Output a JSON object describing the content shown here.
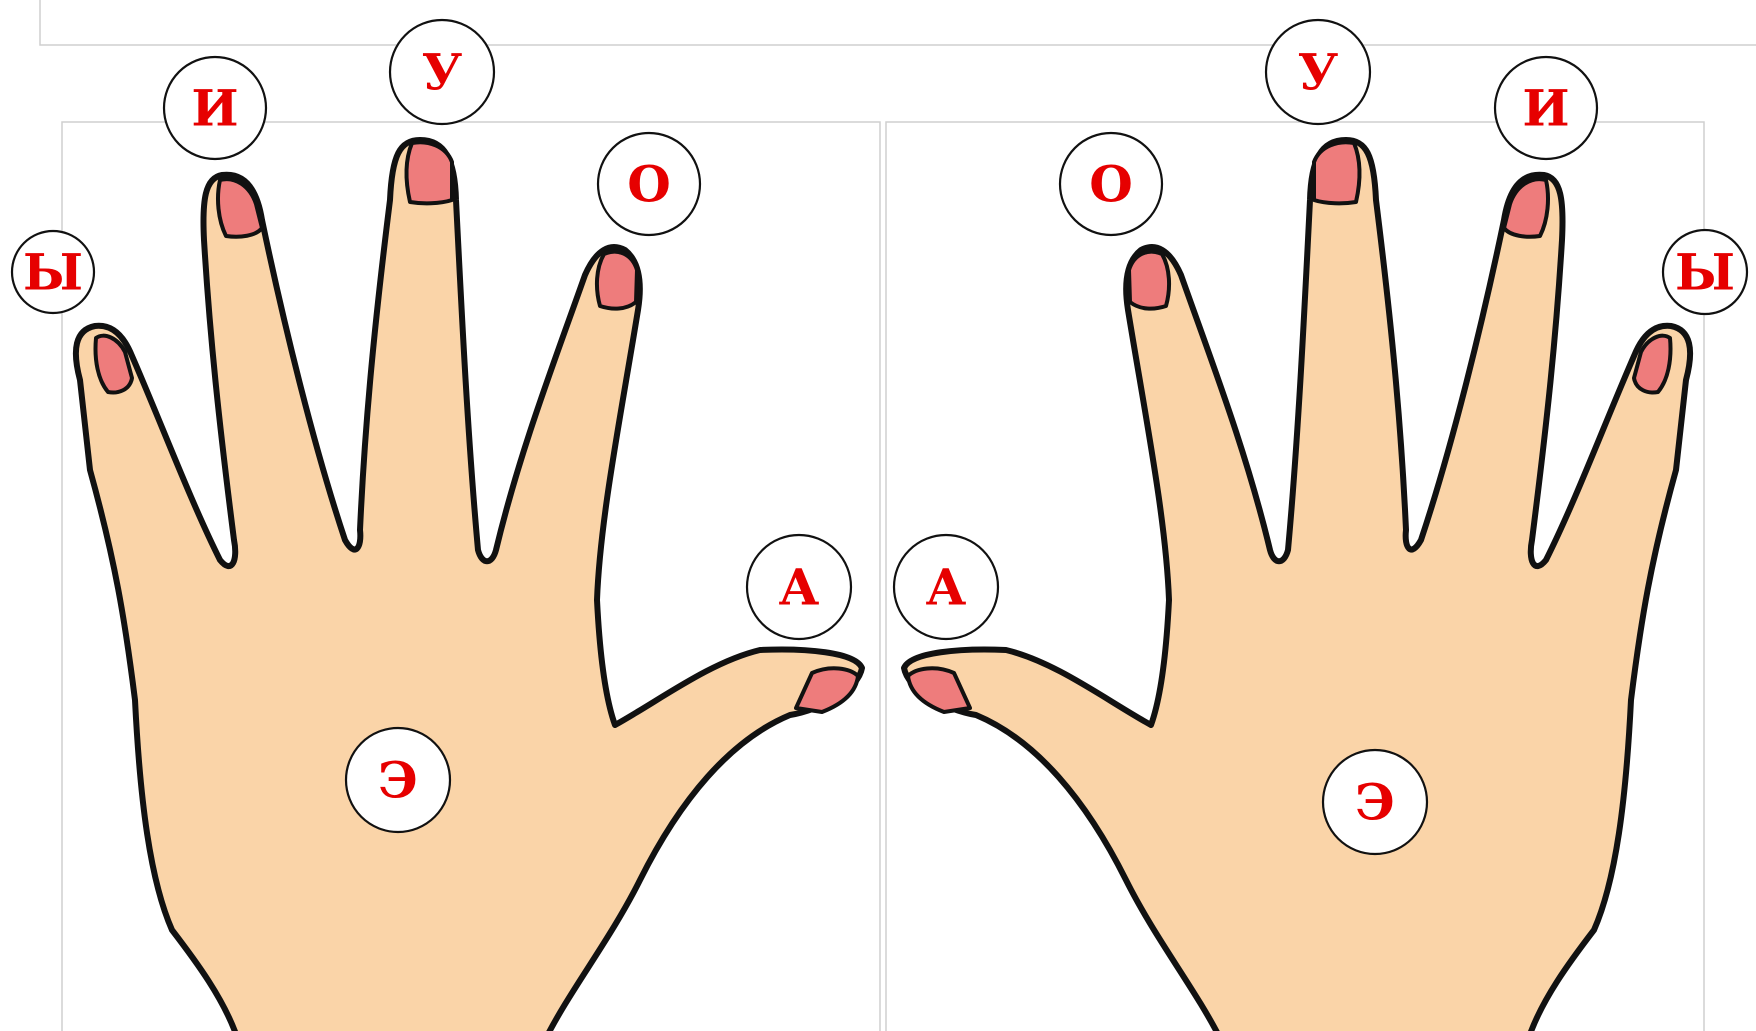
{
  "colors": {
    "skin": "#fad4a8",
    "outline": "#111111",
    "nail": "#ee7c7c",
    "letter": "#e60000",
    "badge_fill": "#ffffff",
    "frame": "#cfcfcf"
  },
  "hands": [
    {
      "side": "left",
      "labels": {
        "pinky": "Ы",
        "ring": "И",
        "middle": "У",
        "index": "О",
        "thumb": "А",
        "palm": "Э"
      }
    },
    {
      "side": "right",
      "labels": {
        "pinky": "Ы",
        "ring": "И",
        "middle": "У",
        "index": "О",
        "thumb": "А",
        "palm": "Э"
      }
    }
  ]
}
